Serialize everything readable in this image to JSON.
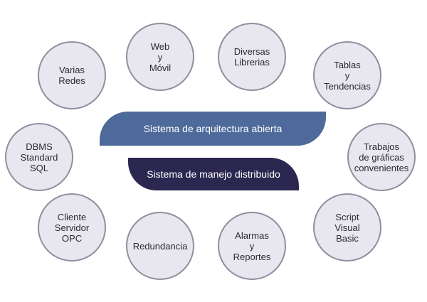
{
  "banners": {
    "top": "Sistema de arquitectura abierta",
    "bottom": "Sistema de manejo distribuido"
  },
  "nodes": [
    {
      "lines": [
        "Varias",
        "Redes"
      ]
    },
    {
      "lines": [
        "Web",
        "y",
        "Móvil"
      ]
    },
    {
      "lines": [
        "Diversas",
        "Librerias"
      ]
    },
    {
      "lines": [
        "Tablas",
        "y",
        "Tendencias"
      ]
    },
    {
      "lines": [
        "DBMS",
        "Standard",
        "SQL"
      ]
    },
    {
      "lines": [
        "Trabajos",
        "de gráficas",
        "convenientes"
      ]
    },
    {
      "lines": [
        "Cliente",
        "Servidor",
        "OPC"
      ]
    },
    {
      "lines": [
        "Redundancia"
      ]
    },
    {
      "lines": [
        "Alarmas",
        "y",
        "Reportes"
      ]
    },
    {
      "lines": [
        "Script",
        "Visual",
        "Basic"
      ]
    }
  ]
}
